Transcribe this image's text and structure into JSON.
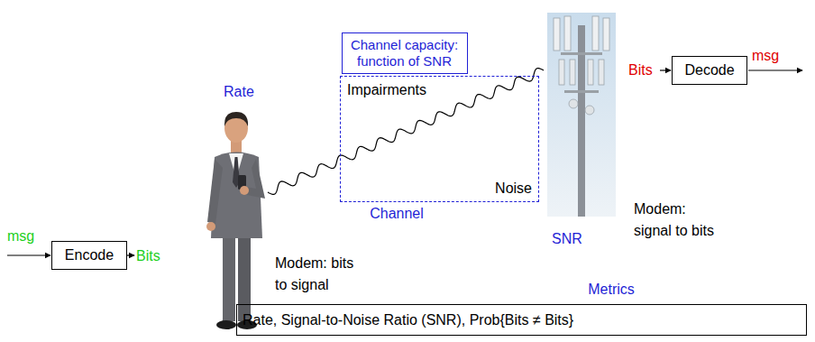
{
  "diagram": {
    "nodes": [
      {
        "text": [
          "Encode"
        ]
      },
      {
        "text": [
          "Channel capacity: function of SNR"
        ]
      },
      {
        "text": [
          "Impairments",
          "Noise",
          "Channel"
        ]
      },
      {
        "text": [
          "Decode"
        ]
      },
      {
        "text": [
          "Metrics",
          "Rate, Signal-to-Noise Ratio (SNR), Prob{Bits ≠ Bits}"
        ]
      }
    ],
    "labels": [
      "msg",
      "Bits",
      "Rate",
      "Modem: bits to signal",
      "SNR",
      "Modem: signal to bits",
      "Bits",
      "msg"
    ]
  }
}
